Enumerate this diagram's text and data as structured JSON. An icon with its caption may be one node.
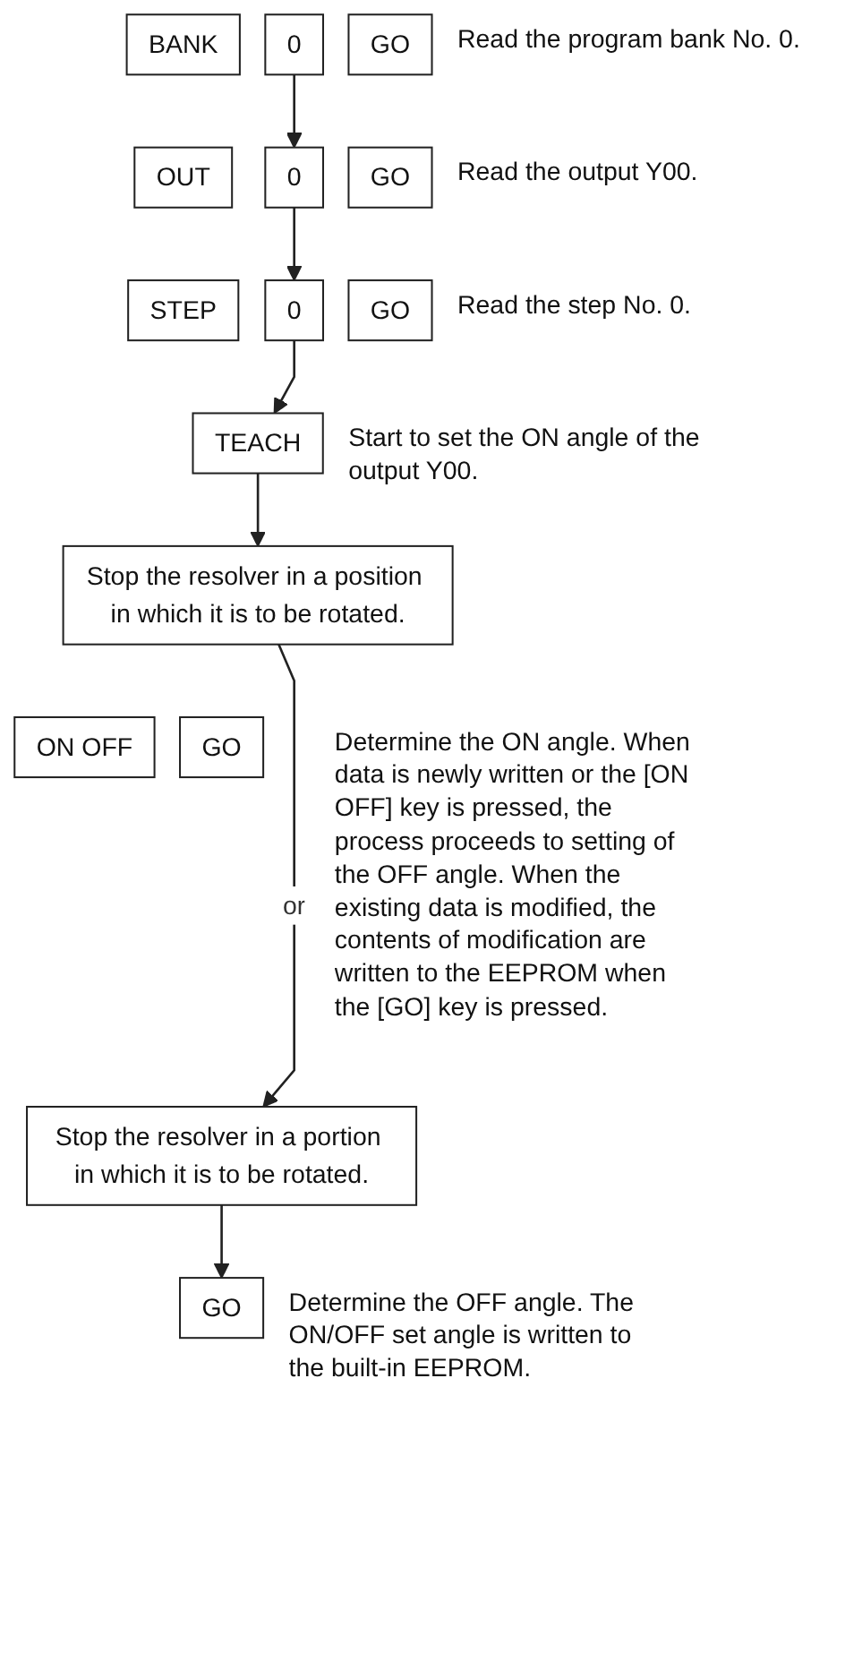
{
  "diagram": {
    "nodes": [
      {
        "text": [
          "BANK"
        ]
      },
      {
        "text": [
          "0"
        ]
      },
      {
        "text": [
          "GO"
        ],
        "beside": [
          "Read the program bank No. 0."
        ]
      },
      {
        "text": [
          "OUT"
        ]
      },
      {
        "text": [
          "0"
        ]
      },
      {
        "text": [
          "GO"
        ],
        "beside": [
          "Read the output Y00."
        ]
      },
      {
        "text": [
          "STEP"
        ]
      },
      {
        "text": [
          "0"
        ]
      },
      {
        "text": [
          "GO"
        ],
        "beside": [
          "Read the step No. 0."
        ]
      },
      {
        "text": [
          "TEACH"
        ],
        "beside": [
          "Start to set the ON angle of the output Y00."
        ]
      },
      {
        "text": [
          "Stop the resolver in a position in which it is to be rotated."
        ]
      },
      {
        "text": [
          "ON OFF"
        ]
      },
      {
        "text": [
          "GO"
        ],
        "beside": [
          "Determine the ON angle. When data is newly written or the [ON OFF] key is pressed, the process proceeds to setting of the OFF angle. When the existing data is modified, the contents of modification are written to the EEPROM when the [GO] key is pressed."
        ]
      },
      {
        "text": [
          "Stop the resolver in a portion in which it is to be rotated."
        ]
      },
      {
        "text": [
          "GO"
        ],
        "beside": [
          "Determine the OFF angle. The ON/OFF set angle is written to the built-in EEPROM."
        ]
      }
    ],
    "edges": [
      {
        "from": 1,
        "to": 4,
        "arrow": "to"
      },
      {
        "from": 4,
        "to": 7,
        "arrow": "to"
      },
      {
        "from": 7,
        "to": 9,
        "arrow": "to"
      },
      {
        "from": 9,
        "to": 10,
        "arrow": "to"
      },
      {
        "from": 10,
        "to": 13,
        "label": "or",
        "arrow": "to"
      },
      {
        "from": 13,
        "to": 14,
        "arrow": "to"
      }
    ]
  }
}
